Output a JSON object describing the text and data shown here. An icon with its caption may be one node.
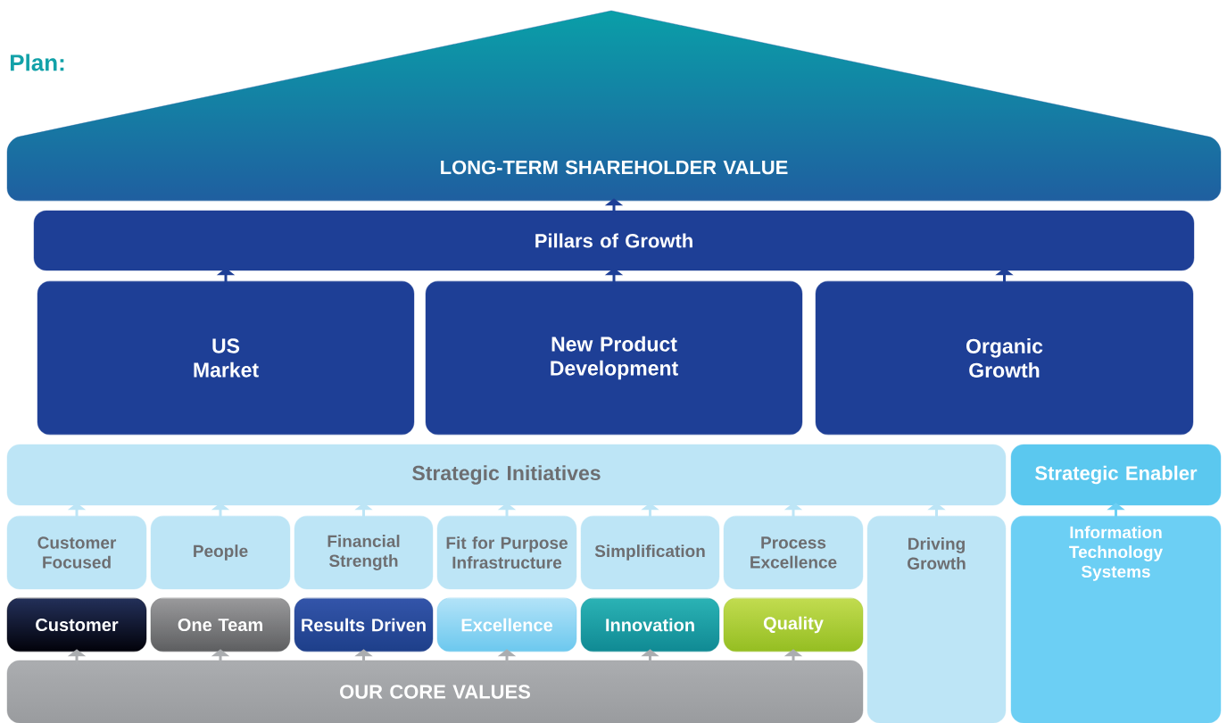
{
  "diagram": {
    "title": "Plan:",
    "nodes": [
      {
        "text": [
          "LONG-TERM SHAREHOLDER VALUE"
        ]
      },
      {
        "text": [
          "Pillars of Growth"
        ]
      },
      {
        "text": [
          "US Market"
        ]
      },
      {
        "text": [
          "New Product Development"
        ]
      },
      {
        "text": [
          "Organic Growth"
        ]
      },
      {
        "text": [
          "Strategic Initiatives"
        ]
      },
      {
        "text": [
          "Strategic Enabler"
        ]
      },
      {
        "text": [
          "Customer Focused"
        ]
      },
      {
        "text": [
          "People"
        ]
      },
      {
        "text": [
          "Financial Strength"
        ]
      },
      {
        "text": [
          "Fit for Purpose Infrastructure"
        ]
      },
      {
        "text": [
          "Simplification"
        ]
      },
      {
        "text": [
          "Process Excellence"
        ]
      },
      {
        "text": [
          "Driving Growth"
        ]
      },
      {
        "text": [
          "Information Technology Systems"
        ]
      },
      {
        "text": [
          "Customer"
        ]
      },
      {
        "text": [
          "One Team"
        ]
      },
      {
        "text": [
          "Results Driven"
        ]
      },
      {
        "text": [
          "Excellence"
        ]
      },
      {
        "text": [
          "Innovation"
        ]
      },
      {
        "text": [
          "Quality"
        ]
      },
      {
        "text": [
          "OUR CORE VALUES"
        ]
      }
    ],
    "edges": [
      {
        "from": 1,
        "to": 0,
        "arrow": "to",
        "color": "#1e3f96"
      },
      {
        "from": 2,
        "to": 1,
        "arrow": "to",
        "color": "#1e3f96"
      },
      {
        "from": 3,
        "to": 1,
        "arrow": "to",
        "color": "#1e3f96"
      },
      {
        "from": 4,
        "to": 1,
        "arrow": "to",
        "color": "#1e3f96"
      },
      {
        "from": 7,
        "to": 5,
        "arrow": "to"
      },
      {
        "from": 8,
        "to": 5,
        "arrow": "to"
      },
      {
        "from": 9,
        "to": 5,
        "arrow": "to"
      },
      {
        "from": 10,
        "to": 5,
        "arrow": "to"
      },
      {
        "from": 11,
        "to": 5,
        "arrow": "to"
      },
      {
        "from": 12,
        "to": 5,
        "arrow": "to"
      },
      {
        "from": 13,
        "to": 5,
        "arrow": "to"
      },
      {
        "from": 14,
        "to": 6,
        "arrow": "to",
        "color": "#6ccff4"
      },
      {
        "from": 21,
        "to": 15,
        "arrow": "to",
        "color": "#abadb0"
      },
      {
        "from": 21,
        "to": 16,
        "arrow": "to",
        "color": "#abadb0"
      },
      {
        "from": 21,
        "to": 17,
        "arrow": "to",
        "color": "#abadb0"
      },
      {
        "from": 21,
        "to": 18,
        "arrow": "to",
        "color": "#abadb0"
      },
      {
        "from": 21,
        "to": 19,
        "arrow": "to",
        "color": "#abadb0"
      },
      {
        "from": 21,
        "to": 20,
        "arrow": "to",
        "color": "#abadb0"
      }
    ]
  }
}
